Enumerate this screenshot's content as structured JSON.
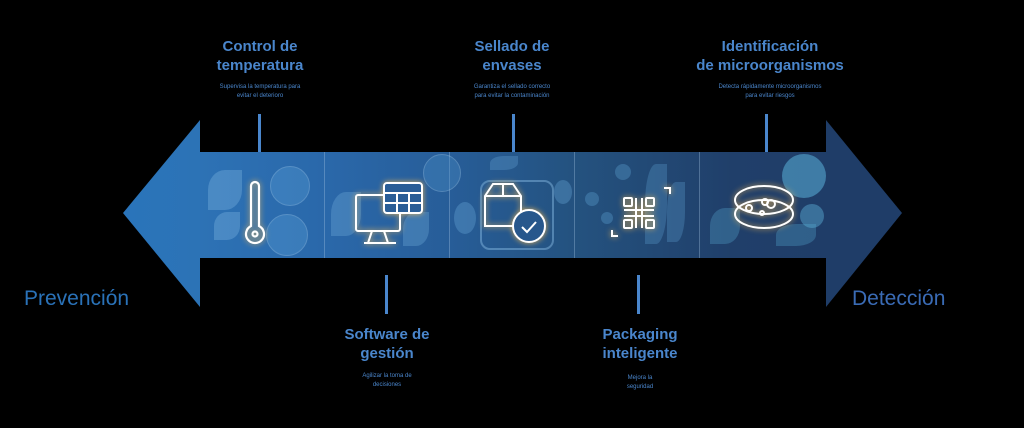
{
  "diagram": {
    "left_label": "Prevención",
    "right_label": "Detección",
    "colors": {
      "label_blue": "#4a86cc",
      "left_arrow": "#2a72b8",
      "right_arrow": "#1f3d68",
      "background": "#000000",
      "icon_stroke": "#ffffff",
      "icon_glow": "#f5b94a"
    },
    "steps": [
      {
        "title_line1": "Control de",
        "title_line2": "temperatura",
        "description_line1": "Supervisa la temperatura para",
        "description_line2": "evitar el deterioro",
        "icon": "thermometer-icon",
        "position": "top"
      },
      {
        "title_line1": "Software de",
        "title_line2": "gestión",
        "description_line1": "Agilizar la toma de",
        "description_line2": "decisiones",
        "icon": "monitor-spreadsheet-icon",
        "position": "bottom"
      },
      {
        "title_line1": "Sellado de",
        "title_line2": "envases",
        "description_line1": "Garantiza el sellado correcto",
        "description_line2": "para evitar la contaminación",
        "icon": "package-check-icon",
        "position": "top"
      },
      {
        "title_line1": "Packaging",
        "title_line2": "inteligente",
        "description_line1": "Mejora la",
        "description_line2": "seguridad",
        "icon": "qr-code-icon",
        "position": "bottom"
      },
      {
        "title_line1": "Identificación",
        "title_line2": "de microorganismos",
        "description_line1": "Detecta rápidamente microorganismos",
        "description_line2": "para evitar riesgos",
        "icon": "petri-dish-icon",
        "position": "top"
      }
    ]
  }
}
